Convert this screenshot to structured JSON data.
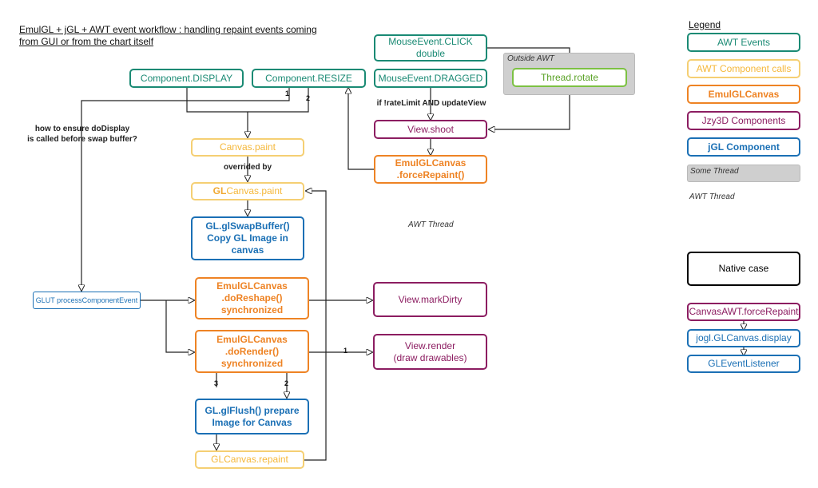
{
  "title": "EmulGL + jGL + AWT event workflow : handling repaint events coming\nfrom GUI or from the chart itself",
  "legend": {
    "title": "Legend",
    "awt_events": "AWT Events",
    "awt_component_calls": "AWT Component calls",
    "emulglcanvas": "EmulGLCanvas",
    "jzy3d_components": "Jzy3D Components",
    "jgl_component": "jGL Component",
    "some_thread": "Some Thread",
    "awt_thread": "AWT Thread"
  },
  "native_case": {
    "title": "Native case",
    "forceRepaint": "CanvasAWT.forceRepaint",
    "display": "jogl.GLCanvas.display",
    "listener": "GLEventListener"
  },
  "nodes": {
    "component_display": "Component.DISPLAY",
    "component_resize": "Component.RESIZE",
    "mouse_click": "MouseEvent.CLICK\ndouble",
    "mouse_dragged": "MouseEvent.DRAGGED",
    "thread_rotate": "Thread.rotate",
    "view_shoot": "View.shoot",
    "force_repaint": "EmulGLCanvas\n.forceRepaint()",
    "canvas_paint": "Canvas.paint",
    "glcanvas_paint_prefix": "GL",
    "glcanvas_paint_suffix": "Canvas.paint",
    "swap_buffer": "GL.glSwapBuffer()\nCopy GL Image in\ncanvas",
    "glut": "GLUT processComponentEvent",
    "do_reshape": "EmulGLCanvas\n.doReshape()\nsynchronized",
    "do_render": "EmulGLCanvas\n.doRender()\nsynchronized",
    "view_markdirty": "View.markDirty",
    "view_render": "View.render\n(draw drawables)",
    "glflush": "GL.glFlush() prepare\nImage for Canvas",
    "glcanvas_repaint": "GLCanvas.repaint"
  },
  "labels": {
    "outside_awt": "Outside AWT",
    "rate_limit": "if !rateLimit AND updateView",
    "overrided_by": "overrided by",
    "how_to_ensure": "how to ensure doDisplay\nis called before swap buffer?",
    "awt_thread_main": "AWT Thread",
    "n1_resize": "1",
    "n2_resize": "2",
    "n1_render": "1",
    "n3_flush": "3",
    "n2_flush": "2"
  },
  "colors": {
    "awt_events": "#1a8a74",
    "awt_component_calls": "#f5cf73",
    "emulglcanvas": "#ee8324",
    "jzy3d": "#8c1d61",
    "jgl": "#1b70b5",
    "thread": "#cfcfcf",
    "thread_rotate": "#7cc142"
  }
}
